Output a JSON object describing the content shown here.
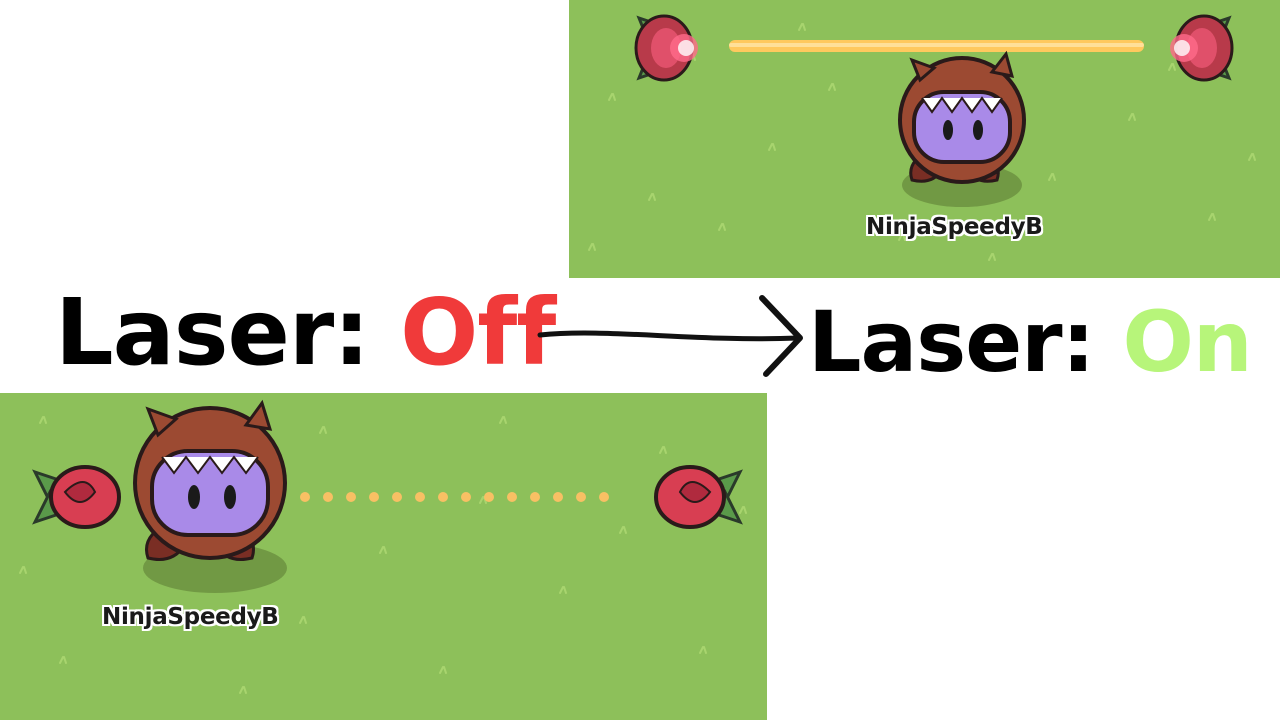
{
  "top_panel": {
    "player_name": "NinjaSpeedyB",
    "laser_state": "on"
  },
  "bottom_panel": {
    "player_name": "NinjaSpeedyB",
    "laser_state": "off"
  },
  "labels": {
    "off_prefix": "Laser: ",
    "off_value": "Off",
    "on_prefix": "Laser: ",
    "on_value": "On"
  },
  "icons": {
    "character": "dino-hood-character-icon",
    "emitter": "flower-laser-emitter-icon",
    "arrow": "right-arrow-icon"
  },
  "colors": {
    "grass": "#8dc05a",
    "off": "#f03a3a",
    "on": "#b7f57a",
    "laser_beam": "#ffc95e",
    "laser_dots": "#f8c064"
  }
}
